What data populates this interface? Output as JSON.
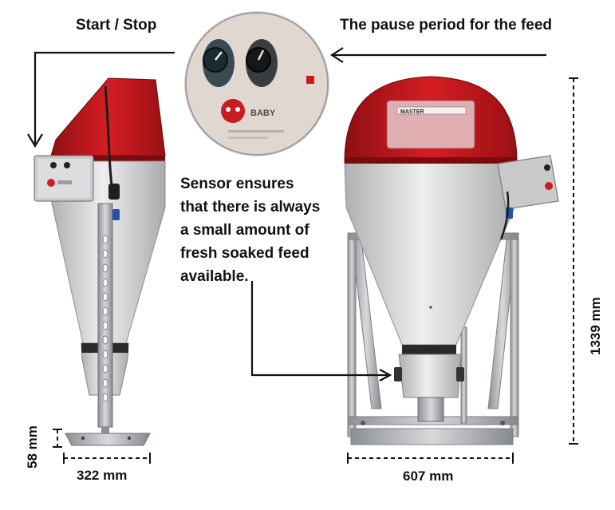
{
  "labels": {
    "start_stop": "Start / Stop",
    "pause_period": "The pause period for the feed",
    "sensor_line1": "Sensor ensures",
    "sensor_line2": "that there is always",
    "sensor_line3": "a small amount of",
    "sensor_line4": "fresh soaked feed",
    "sensor_line5": "available."
  },
  "dimensions": {
    "left_width": "322 mm",
    "left_base_height": "58 mm",
    "right_width": "607 mm",
    "right_height": "1339 mm"
  },
  "panel_text": {
    "brand": "BABY",
    "hopper_plate": "MASTER"
  },
  "colors": {
    "hopper_red": "#c8181e",
    "body_grey": "#d9dadb",
    "frame_grey": "#9fa2a4"
  }
}
